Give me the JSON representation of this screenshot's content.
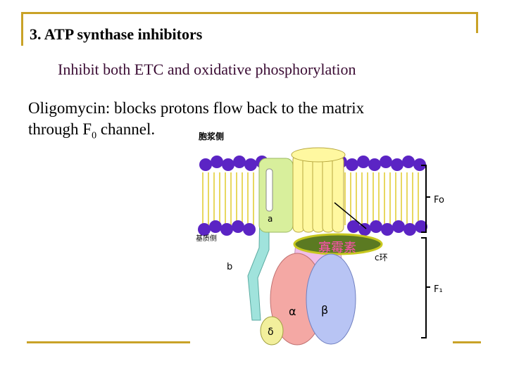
{
  "slide": {
    "title": "3. ATP synthase inhibitors",
    "subtitle": "Inhibit both ETC and oxidative phosphorylation",
    "body_line1": "Oligomycin: blocks protons flow back to the matrix",
    "body_line2_prefix": "through F",
    "body_line2_sub": "0",
    "body_line2_suffix": " channel."
  },
  "diagram": {
    "label_cytoplasm_side": "胞浆侧",
    "label_matrix_side": "基质侧",
    "label_fo": "Fo",
    "label_f1": "F₁",
    "label_a": "a",
    "label_b": "b",
    "label_c_ring": "c环",
    "label_oligomycin": "寡霉素",
    "label_alpha": "α",
    "label_beta": "β",
    "label_delta": "δ"
  },
  "colors": {
    "frame": "#c9a227",
    "lipid_head": "#5b24c4",
    "lipid_tail": "#e8d860",
    "c_ring": "#fff8a0",
    "a_subunit": "#d8ef9c",
    "b_stalk": "#a0e3dc",
    "alpha_subunit": "#f4a8a4",
    "beta_subunit": "#b8c4f4",
    "gamma": "#f0bde8",
    "oligomycin_band": "#5b7a22",
    "oligomycin_text": "#ff4fb0"
  }
}
